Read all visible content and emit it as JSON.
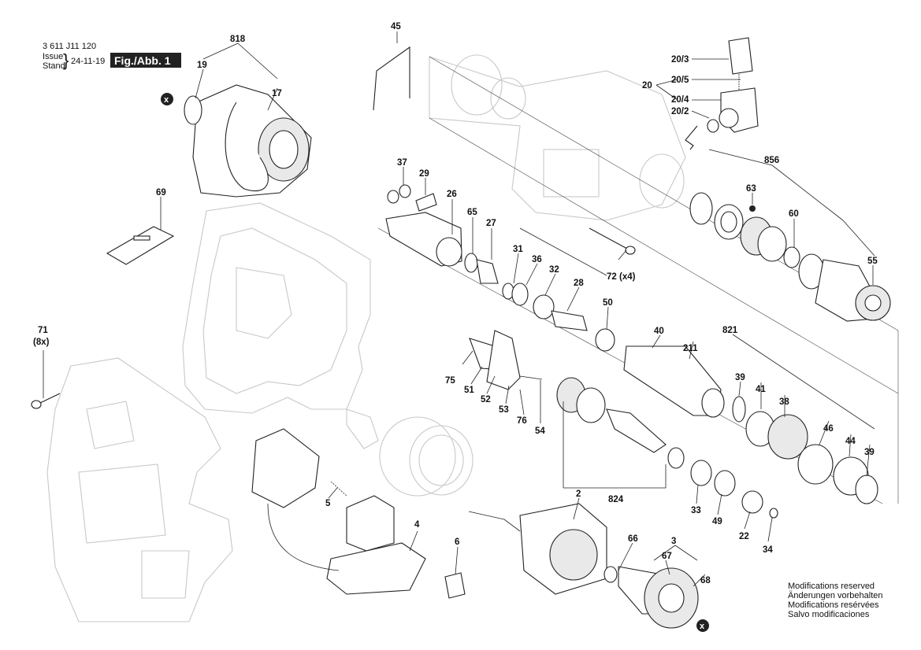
{
  "header": {
    "drawing_number": "3 611 J11 120",
    "issue_label": "Issue",
    "stand_label": "Stand",
    "brace": "}",
    "date": "24-11-19",
    "figure_label": "Fig./Abb. 1"
  },
  "markers": {
    "x_marker": "x"
  },
  "labels": {
    "p818": "818",
    "p19": "19",
    "p17": "17",
    "p69": "69",
    "p71": "71",
    "p71_qty": "(8x)",
    "p45": "45",
    "p20": "20",
    "p20_3": "20/3",
    "p20_5": "20/5",
    "p20_4": "20/4",
    "p20_2": "20/2",
    "p856": "856",
    "p63": "63",
    "p60": "60",
    "p55": "55",
    "p37": "37",
    "p29": "29",
    "p26": "26",
    "p65": "65",
    "p27": "27",
    "p31": "31",
    "p36": "36",
    "p32": "32",
    "p28": "28",
    "p50": "50",
    "p72": "72 (x4)",
    "p40": "40",
    "p211": "211",
    "p821": "821",
    "p39a": "39",
    "p41": "41",
    "p38": "38",
    "p46": "46",
    "p44": "44",
    "p39b": "39",
    "p75": "75",
    "p51": "51",
    "p52": "52",
    "p53": "53",
    "p76": "76",
    "p54": "54",
    "p824": "824",
    "p33": "33",
    "p49": "49",
    "p22": "22",
    "p34": "34",
    "p2": "2",
    "p5": "5",
    "p4": "4",
    "p6": "6",
    "p66": "66",
    "p3": "3",
    "p67": "67",
    "p68": "68"
  },
  "notice": {
    "line1": "Modifications reserved",
    "line2": "Änderungen vorbehalten",
    "line3": "Modifications resérvées",
    "line4": "Salvo modificaciones"
  },
  "colors": {
    "ink": "#111111",
    "ghost": "#c8c8c8",
    "label_bg": "#222222"
  }
}
